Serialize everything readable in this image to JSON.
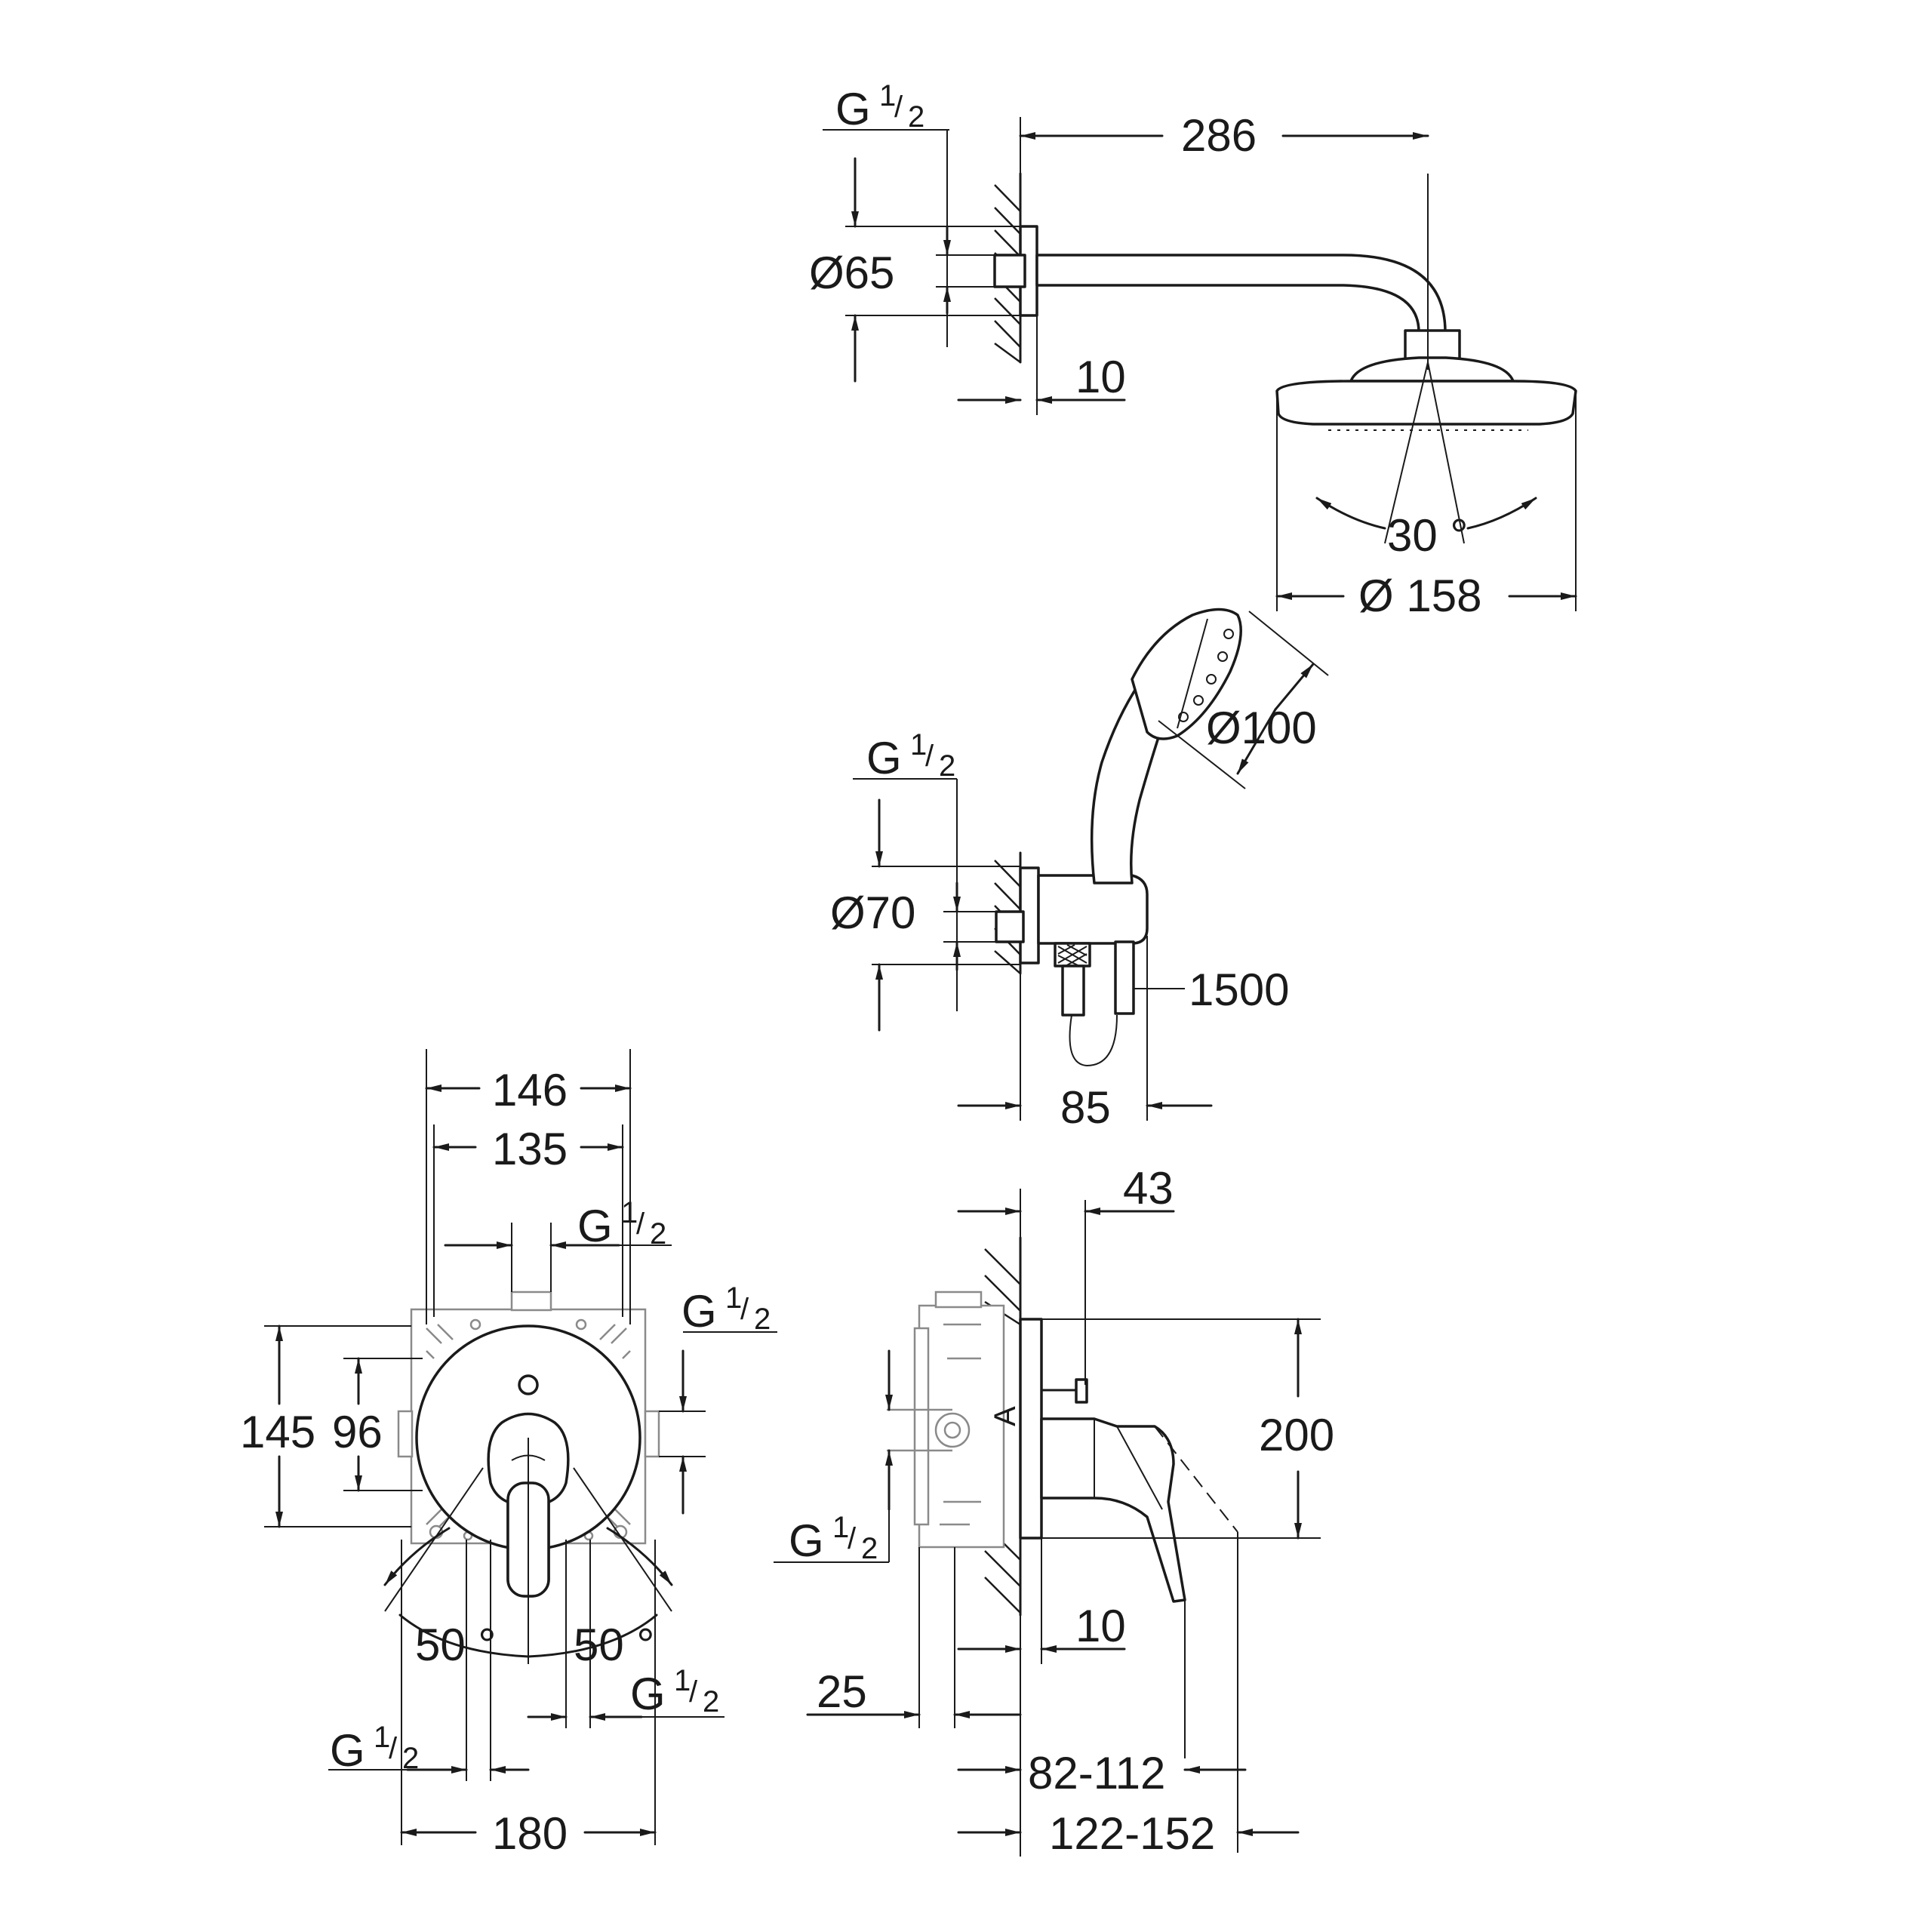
{
  "thread": {
    "g": "G",
    "num": "1",
    "slash": "/",
    "den": "2"
  },
  "head_shower": {
    "arm_projection": "286",
    "flange_diameter": "Ø65",
    "wall_gap": "10",
    "spray_angle": "30 °",
    "head_diameter": "Ø 158"
  },
  "hand_shower": {
    "head_diameter": "Ø100",
    "outlet_diameter": "Ø70",
    "hose_length": "1500",
    "projection": "85"
  },
  "mixer_front": {
    "box_width_outer": "146",
    "box_width_inner": "135",
    "height_outer": "145",
    "height_inner": "96",
    "angle_left": "50 °",
    "angle_right": "50 °",
    "plate_width": "180"
  },
  "mixer_side": {
    "top_offset": "43",
    "plate_height": "200",
    "wall_gap": "10",
    "depth_min": "25",
    "range_short": "82-112",
    "range_long": "122-152"
  }
}
